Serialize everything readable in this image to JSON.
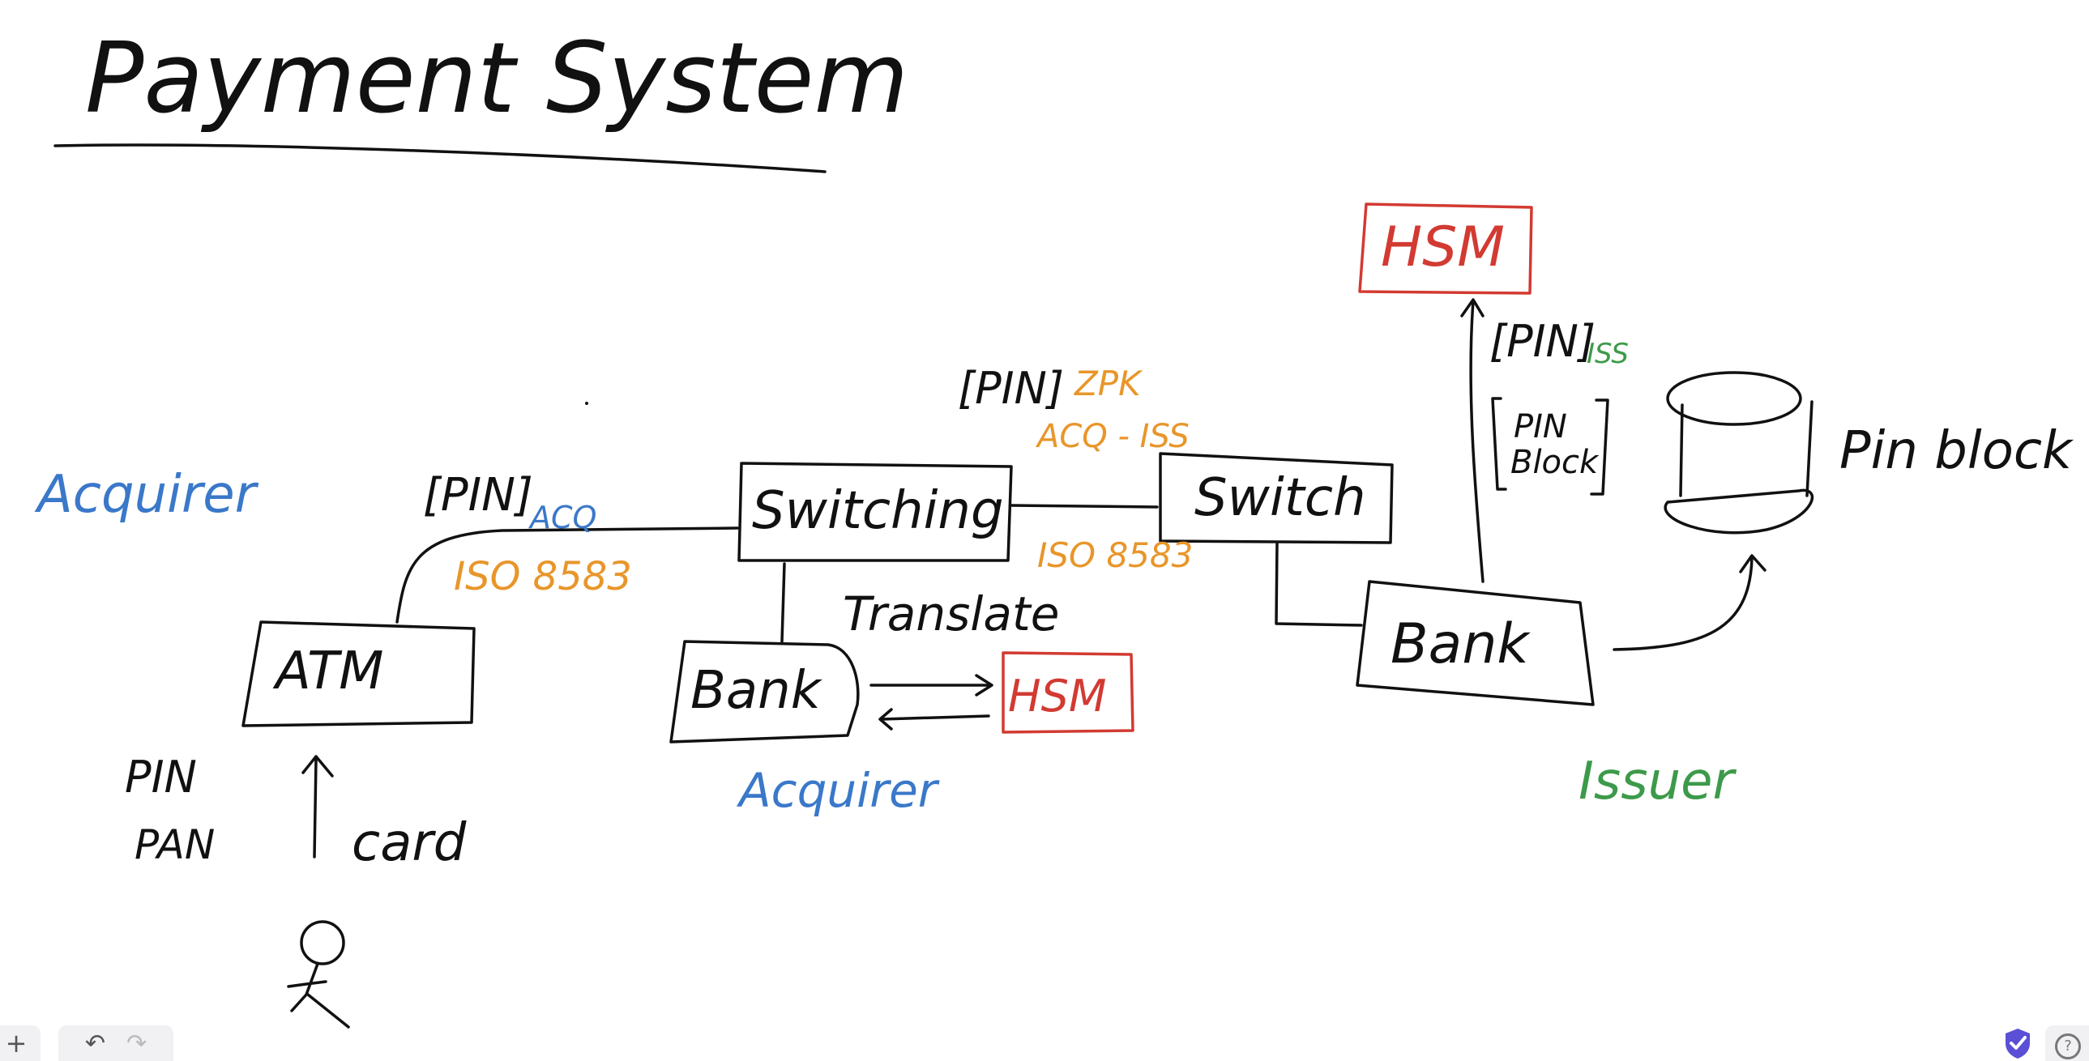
{
  "title": "Payment System",
  "labels": {
    "acquirer_left": "Acquirer",
    "acquirer_bottom": "Acquirer",
    "issuer": "Issuer",
    "pin_acq": "[PIN]",
    "acq_sub": "ACQ",
    "iso_left": "ISO 8583",
    "iso_right": "ISO 8583",
    "pin_zpk": "[PIN]",
    "zpk": "ZPK",
    "acq_iss": "ACQ - ISS",
    "pin_iss": "[PIN]",
    "iss_sub": "ISS",
    "pin_block_bracket_line1": "PIN",
    "pin_block_bracket_line2": "Block",
    "pin_block": "Pin block",
    "translate": "Translate",
    "pin": "PIN",
    "pan": "PAN",
    "card": "card"
  },
  "boxes": {
    "atm": "ATM",
    "switching": "Switching",
    "switch": "Switch",
    "bank_acquirer": "Bank",
    "bank_issuer": "Bank",
    "hsm_acquirer": "HSM",
    "hsm_issuer": "HSM"
  },
  "toolbar": {
    "add_icon": "+",
    "undo_icon": "↶",
    "redo_icon": "↷",
    "shield_icon": "shield-check-icon",
    "help_icon": "?"
  },
  "colors": {
    "ink": "#111111",
    "blue": "#3a78c9",
    "orange": "#e8962a",
    "red": "#d23a32",
    "green": "#3d9a4a",
    "shield": "#5b4fd6"
  }
}
